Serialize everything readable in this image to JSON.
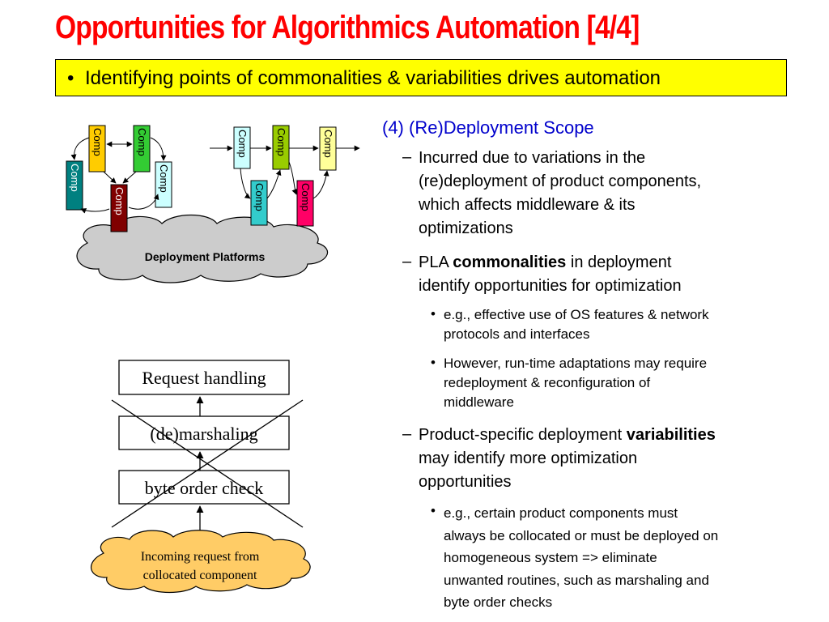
{
  "title": "Opportunities for Algorithmics Automation [4/4]",
  "banner": {
    "bullet": "•",
    "text": "Identifying points of commonalities & variabilities drives automation"
  },
  "section": {
    "heading": "(4) (Re)Deployment Scope",
    "item1": {
      "dash": "–",
      "lines": [
        "Incurred due to variations in the",
        "(re)deployment of product components,",
        "which affects middleware & its",
        "optimizations"
      ]
    },
    "item2": {
      "dash": "–",
      "pre": "PLA ",
      "bold": "commonalities",
      "post": " in deployment",
      "line2": "identify opportunities for optimization",
      "subs": [
        {
          "bullet": "•",
          "lines": [
            "e.g., effective use of OS features & network",
            "protocols and interfaces"
          ]
        },
        {
          "bullet": "•",
          "lines": [
            "However, run-time adaptations may require",
            "redeployment & reconfiguration of",
            "middleware"
          ]
        }
      ]
    },
    "item3": {
      "dash": "–",
      "pre": "Product-specific deployment ",
      "bold": "variabilities",
      "lines": [
        "may identify more optimization",
        "opportunities"
      ],
      "subs": [
        {
          "bullet": "•",
          "lines": [
            "e.g., certain product components must",
            "always be collocated or must be deployed on",
            "homogeneous system => eliminate",
            "unwanted routines, such as marshaling and",
            "byte order checks"
          ]
        }
      ]
    }
  },
  "diagram_top": {
    "component_label": "Comp",
    "cloud_label": "Deployment Platforms",
    "colors": {
      "yellow": "#ffcc00",
      "green": "#33cc33",
      "teal": "#008080",
      "maroon": "#800000",
      "lightcyan": "#ccffff",
      "khaki": "#ffff99",
      "olive": "#99cc00",
      "pink": "#ff0066",
      "cloud": "#c8c8c8"
    }
  },
  "diagram_bottom": {
    "boxes": [
      "Request handling",
      "(de)marshaling",
      "byte order check"
    ],
    "cloud_lines": [
      "Incoming request from",
      "collocated component"
    ],
    "cloud_color": "#ffcc66"
  }
}
